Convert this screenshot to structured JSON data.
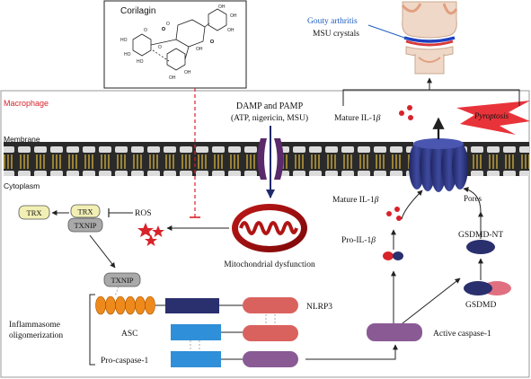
{
  "compound_box": {
    "title": "Corilagin"
  },
  "joint": {
    "disease": "Gouty arthritis",
    "crystals": "MSU crystals"
  },
  "cell": {
    "label": "Macrophage",
    "membrane": "Membrane",
    "cytoplasm": "Cytoplasm"
  },
  "stimulus": {
    "title": "DAMP and PAMP",
    "agents": "(ATP, nigericin, MSU)"
  },
  "mito": {
    "label": "Mitochondrial dysfunction"
  },
  "redox": {
    "trx": "TRX",
    "txnip": "TXNIP",
    "ros": "ROS"
  },
  "inflammasome": {
    "title_line1": "Inflammasome",
    "title_line2": "oligomerization",
    "nlrp3": "NLRP3",
    "asc": "ASC",
    "pro_caspase": "Pro-caspase-1"
  },
  "caspase": {
    "active": "Active caspase-1"
  },
  "il1b": {
    "mature_top": "Mature IL-1",
    "mature_mid": "Mature IL-1",
    "pro": "Pro-IL-1",
    "beta": "β"
  },
  "gsdmd": {
    "full": "GSDMD",
    "nt": "GSDMD-NT"
  },
  "pores": {
    "label": "Pores"
  },
  "pyroptosis": {
    "label": "Pyroptosis"
  },
  "colors": {
    "red_accent": "#d8232a",
    "blue_label": "#2060c0",
    "membrane_dark": "#1a1a1a",
    "membrane_gold": "#b89a2a",
    "orange": "#ee8a1c",
    "navy": "#2a2f6e",
    "salmon": "#d9625e",
    "blue_box": "#2f8fd8",
    "purple": "#8a5a95",
    "pale_yellow": "#f1efb4",
    "gray_pill": "#a9a9a9"
  }
}
